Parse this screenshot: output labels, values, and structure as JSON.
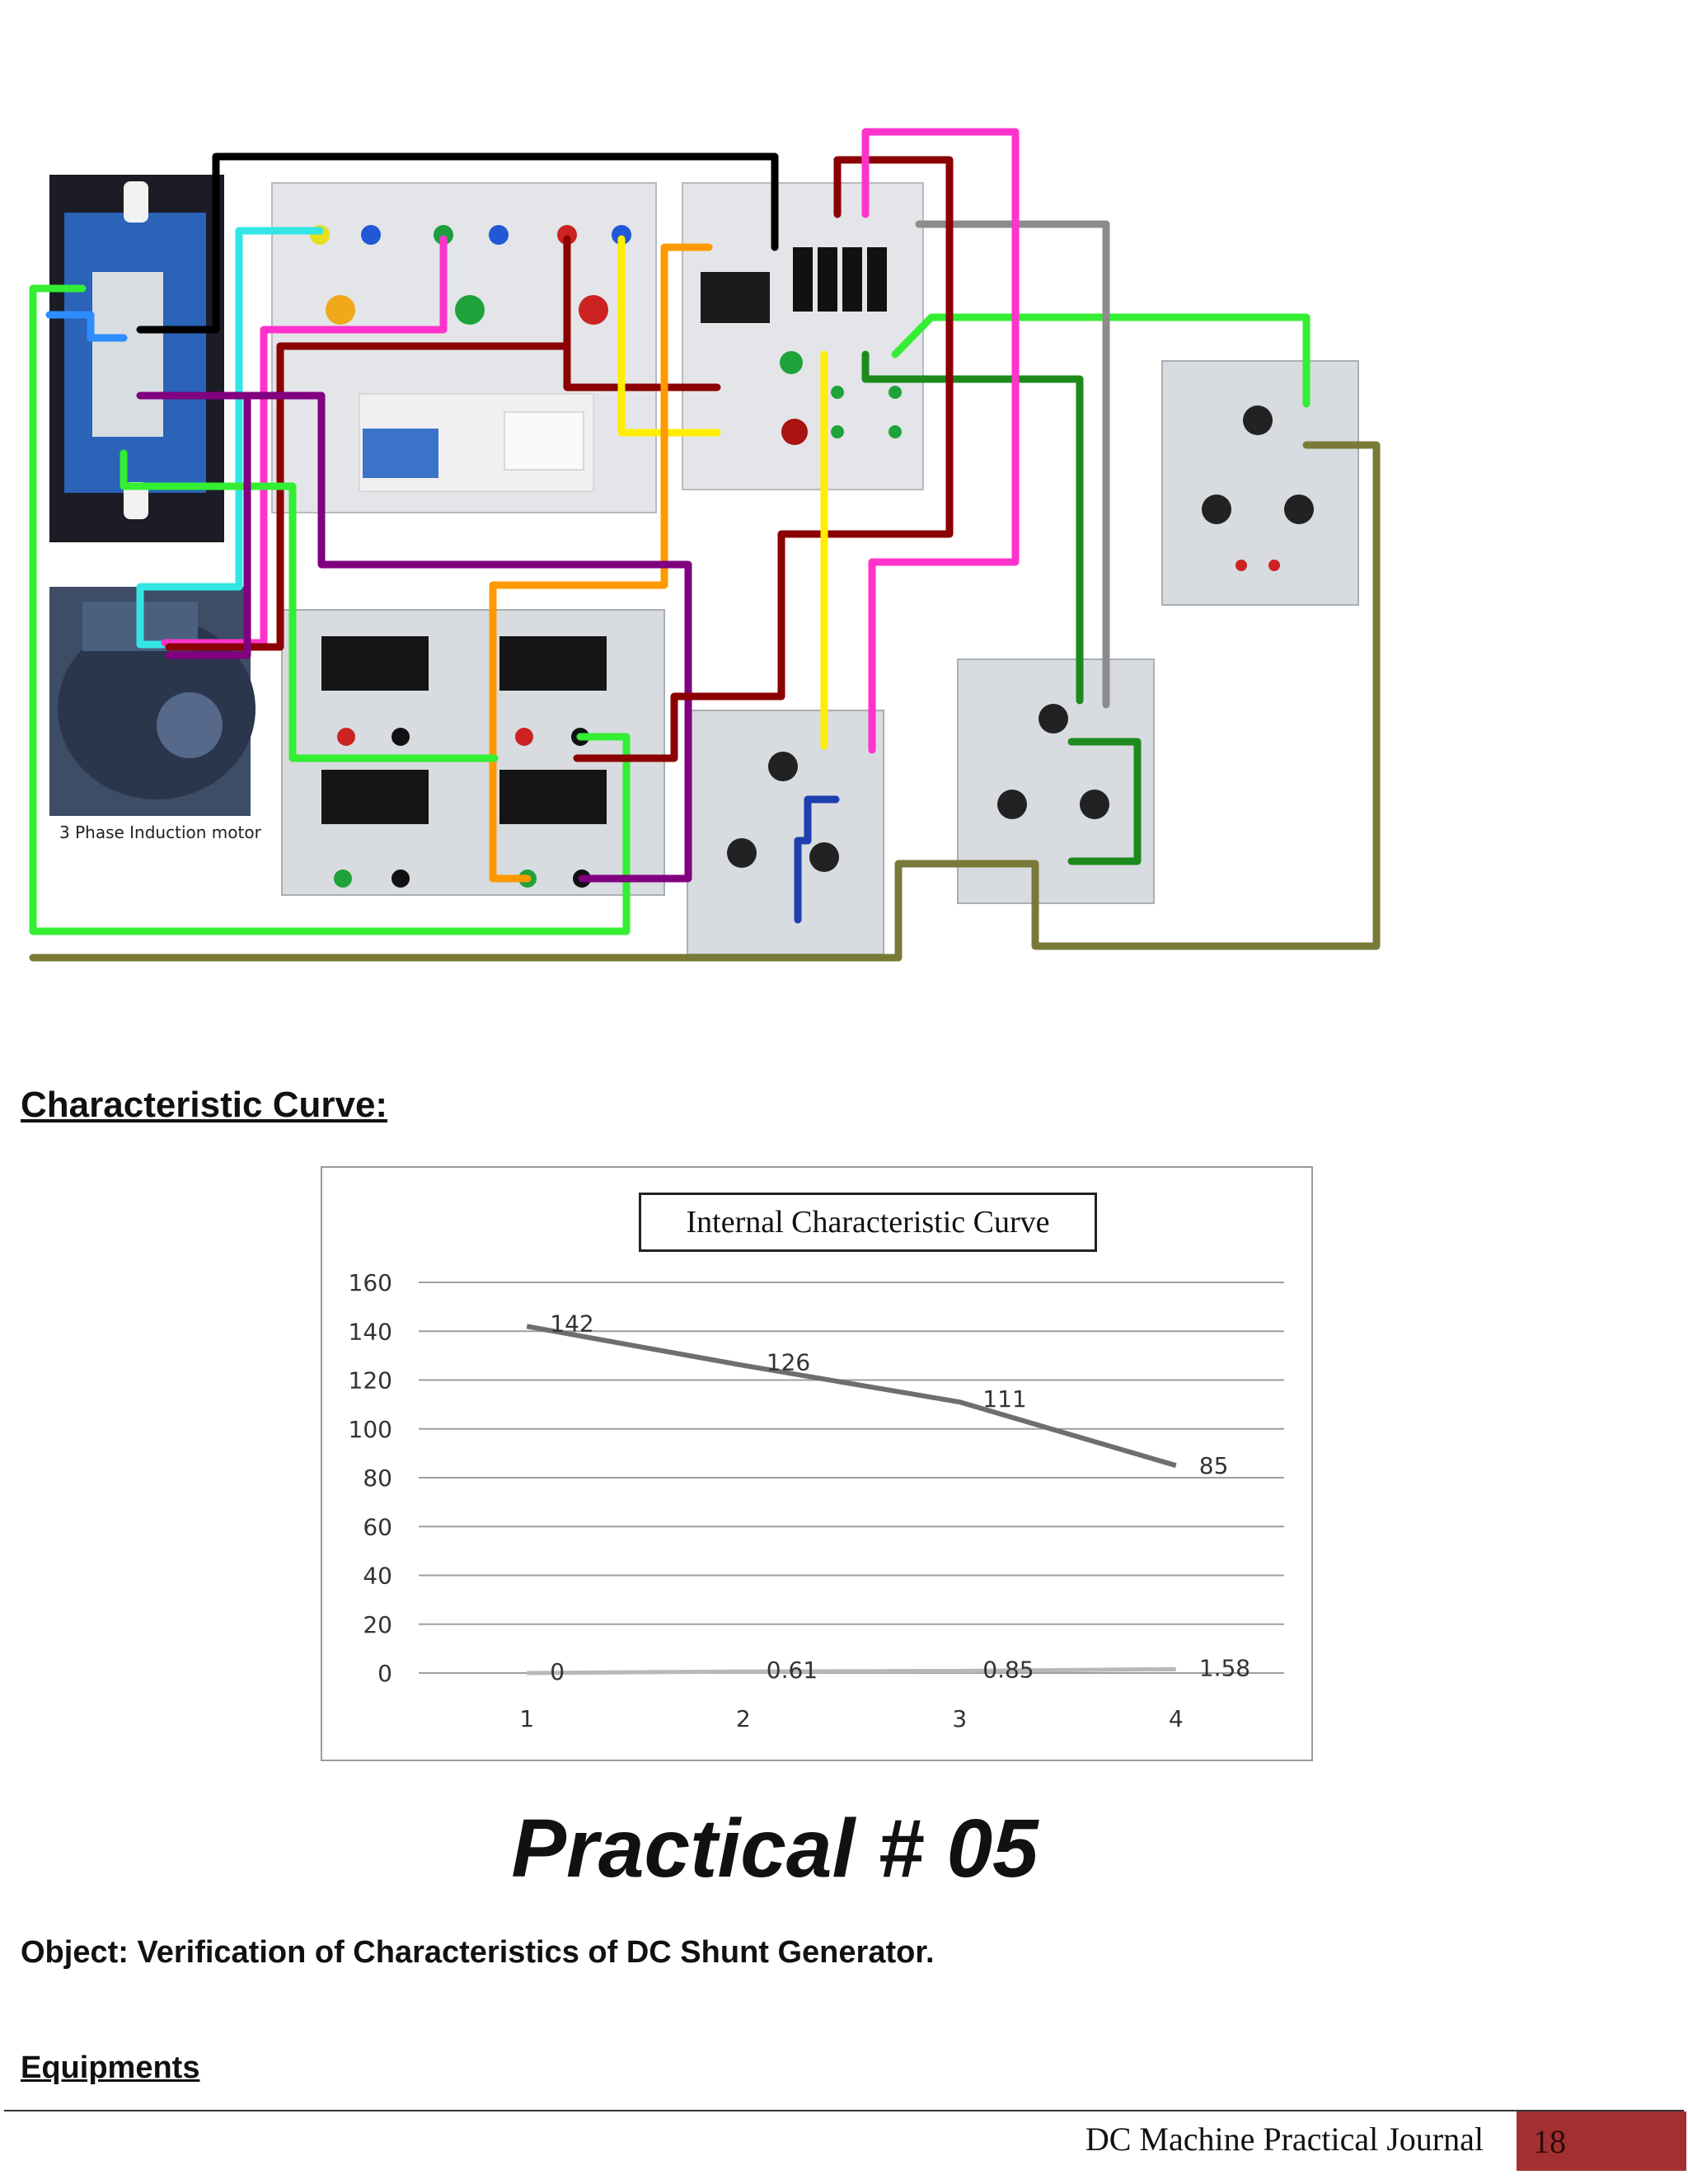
{
  "diagram": {
    "motor_caption": "3 Phase Induction motor",
    "wire_colors": [
      "#000000",
      "#33e6e6",
      "#ff33cc",
      "#8b0000",
      "#ffee00",
      "#ff9900",
      "#33ee33",
      "#1d8a1d",
      "#8c8c8c",
      "#800080",
      "#7a7a38",
      "#1e3fae",
      "#2d8cff"
    ]
  },
  "section_heading": "Characteristic Curve:",
  "chart_data": {
    "type": "line",
    "title": "Internal Characteristic Curve",
    "categories": [
      "1",
      "2",
      "3",
      "4"
    ],
    "series": [
      {
        "values": [
          142,
          126,
          111,
          85
        ],
        "labels": [
          "142",
          "126",
          "111",
          "85"
        ],
        "color": "#6e6e6e"
      },
      {
        "values": [
          0,
          0.61,
          0.85,
          1.58
        ],
        "labels": [
          "0",
          "0.61",
          "0.85",
          "1.58"
        ],
        "color": "#b8b8b8"
      }
    ],
    "ylim": [
      0,
      160
    ],
    "yticks": [
      "0",
      "20",
      "40",
      "60",
      "80",
      "100",
      "120",
      "140",
      "160"
    ],
    "grid": true,
    "legend": "none"
  },
  "practical_title": "Practical # 05",
  "object_line": "Object: Verification of Characteristics of DC Shunt Generator.",
  "equipments_heading": "Equipments",
  "footer": {
    "journal_title": "DC Machine Practical Journal",
    "page_number": "18",
    "page_color": "#a33030"
  }
}
